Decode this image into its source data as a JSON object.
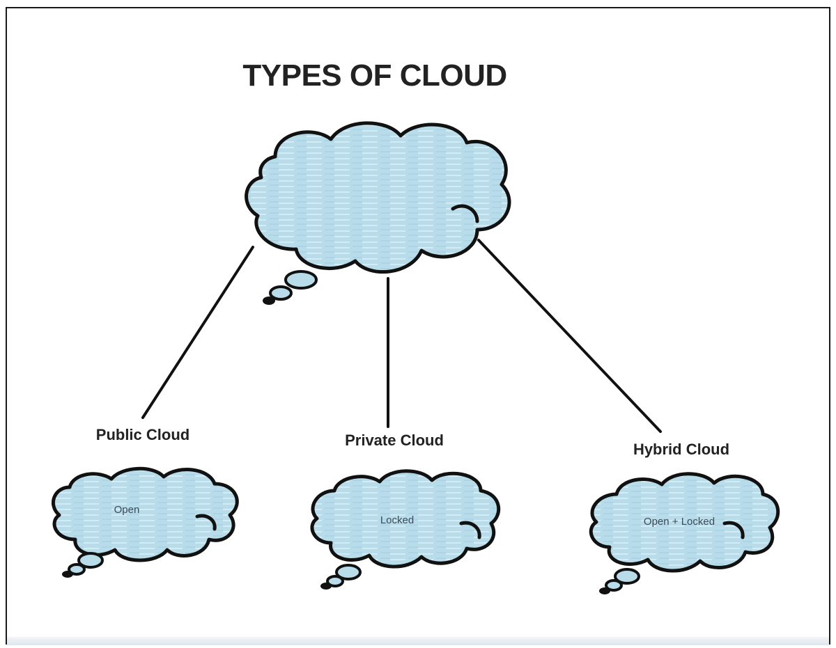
{
  "title": "TYPES OF CLOUD",
  "nodes": {
    "public": {
      "label": "Public Cloud",
      "inner": "Open"
    },
    "private": {
      "label": "Private Cloud",
      "inner": "Locked"
    },
    "hybrid": {
      "label": "Hybrid Cloud",
      "inner": "Open + Locked"
    }
  },
  "colors": {
    "cloud_fill": "#b9dcea",
    "outline": "#111111",
    "text": "#222222"
  }
}
